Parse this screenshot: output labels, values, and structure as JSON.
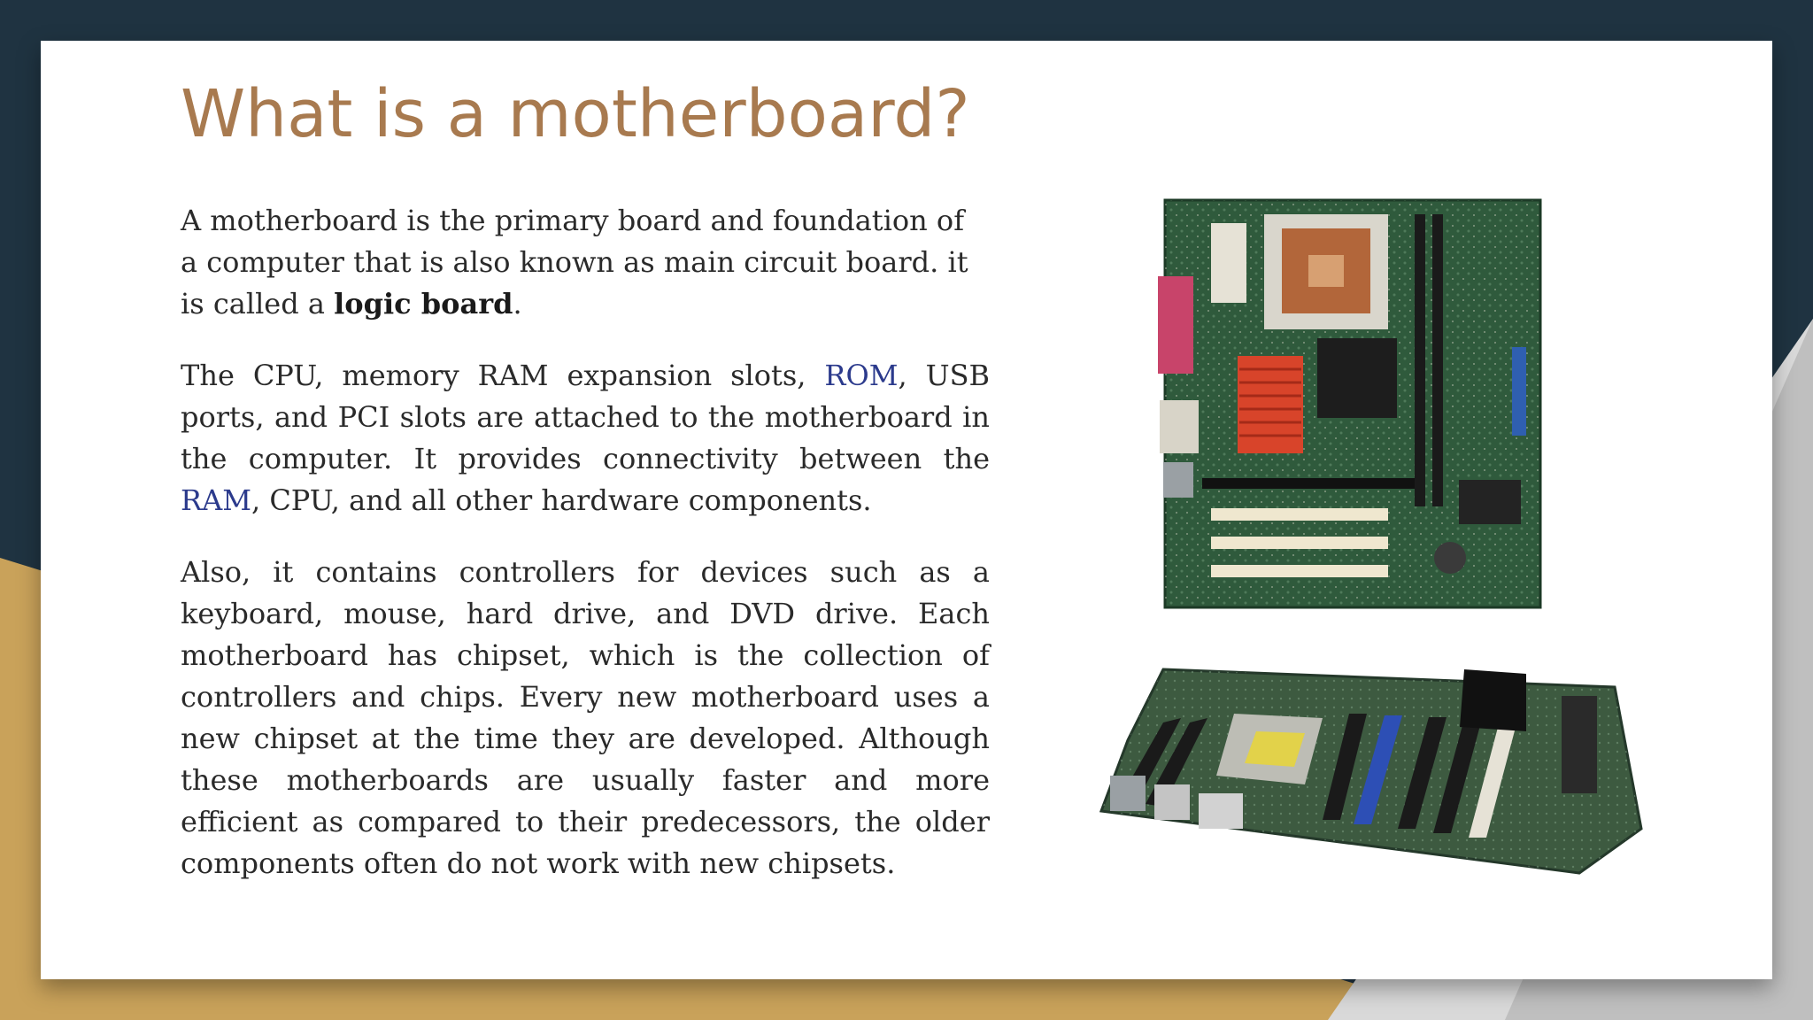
{
  "slide": {
    "title": "What is a motherboard?",
    "p1": {
      "text_before": "A motherboard is the primary board and foundation of a computer that is also known as main circuit board. it is called a ",
      "bold": "logic board",
      "text_after": "."
    },
    "p2": {
      "t1": "The CPU, memory RAM expansion slots, ",
      "link1": "ROM",
      "t2": ", USB ports, and PCI slots are attached to the motherboard in the computer. It provides connectivity between the ",
      "link2": "RAM",
      "t3": ", CPU, and all other hardware components."
    },
    "p3": "Also, it contains controllers for devices such as a keyboard, mouse, hard drive, and DVD drive. Each motherboard has chipset, which is the collection of controllers and chips. Every new motherboard uses a new chipset at the time they are developed. Although these motherboards are usually faster and more efficient as compared to their predecessors, the older components often do not work with new chipsets."
  },
  "colors": {
    "background": "#1f3341",
    "gold": "#c9a25a",
    "title": "#a87a4f",
    "link": "#2b3a8c"
  }
}
